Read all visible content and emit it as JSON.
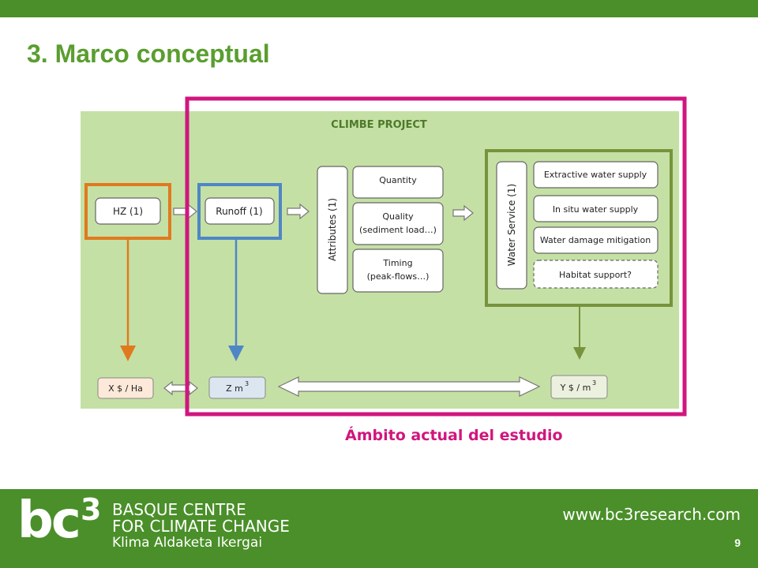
{
  "slide": {
    "title": "3. Marco conceptual",
    "page_number": "9",
    "scope_label": "Ámbito actual del estudio"
  },
  "diagram": {
    "project_label": "CLIMBE PROJECT",
    "hz": "HZ (1)",
    "runoff": "Runoff (1)",
    "attributes": "Attributes (1)",
    "attribute_items": [
      [
        "Quantity"
      ],
      [
        "Quality",
        "(sediment load…)"
      ],
      [
        "Timing",
        "(peak-flows…)"
      ]
    ],
    "water_service": "Water Service (1)",
    "service_items": [
      "Extractive water supply",
      "In situ water supply",
      "Water damage mitigation",
      "Habitat support?"
    ],
    "value_hz": "X $ / Ha",
    "value_runoff": "Z m",
    "value_service": "Y $ / m",
    "superscript": "3"
  },
  "colors": {
    "brand_green": "#4a8f29",
    "title_green": "#5a9e2f",
    "scope_magenta": "#d0167e",
    "hz_orange": "#e07a1f",
    "runoff_blue": "#4f86c6",
    "service_olive": "#77933c",
    "panel_green": "#c5e0a5"
  },
  "footer": {
    "logo_text": "bc",
    "logo_superscript": "3",
    "org_line1": "BASQUE CENTRE",
    "org_line2": "FOR CLIMATE CHANGE",
    "org_line3": "Klima Aldaketa Ikergai",
    "website": "www.bc3research.com"
  }
}
